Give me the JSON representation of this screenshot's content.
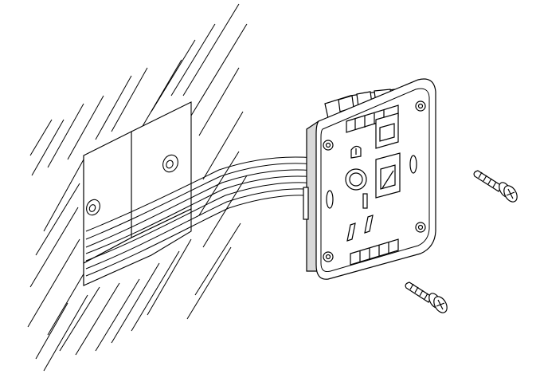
{
  "diagram": {
    "title": "",
    "components": [
      {
        "id": "wall",
        "icon": "wall-hatching-icon"
      },
      {
        "id": "mounting-box",
        "icon": "wall-box-icon"
      },
      {
        "id": "cable-bundle",
        "icon": "cable-bundle-icon",
        "wire_count": 5
      },
      {
        "id": "socket-module",
        "icon": "faceplate-module-icon"
      },
      {
        "id": "screw-upper",
        "icon": "screw-icon"
      },
      {
        "id": "screw-lower",
        "icon": "screw-icon"
      }
    ],
    "colors": {
      "stroke": "#000000",
      "fill": "#ffffff",
      "shade": "#d9d9d9"
    }
  }
}
